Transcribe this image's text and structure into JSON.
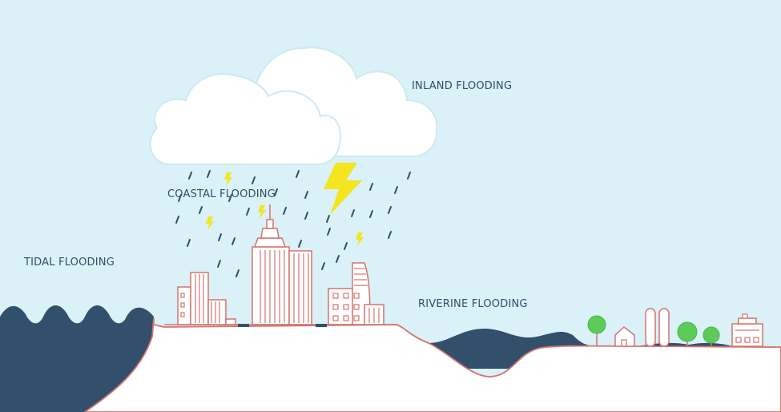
{
  "labels": {
    "inland": "INLAND FLOODING",
    "coastal": "COASTAL FLOODING",
    "tidal": "TIDAL FLOODING",
    "riverine": "RIVERINE FLOODING"
  },
  "colors": {
    "sky": "#d9f1f7",
    "water": "#324f6b",
    "ground": "#ffffff",
    "outline": "#d4746f",
    "cloud_outline": "#cdeaf2",
    "bolt": "#f3e51f",
    "tree": "#5ccb5a",
    "rain": "#324f6b",
    "text": "#324f6b"
  }
}
